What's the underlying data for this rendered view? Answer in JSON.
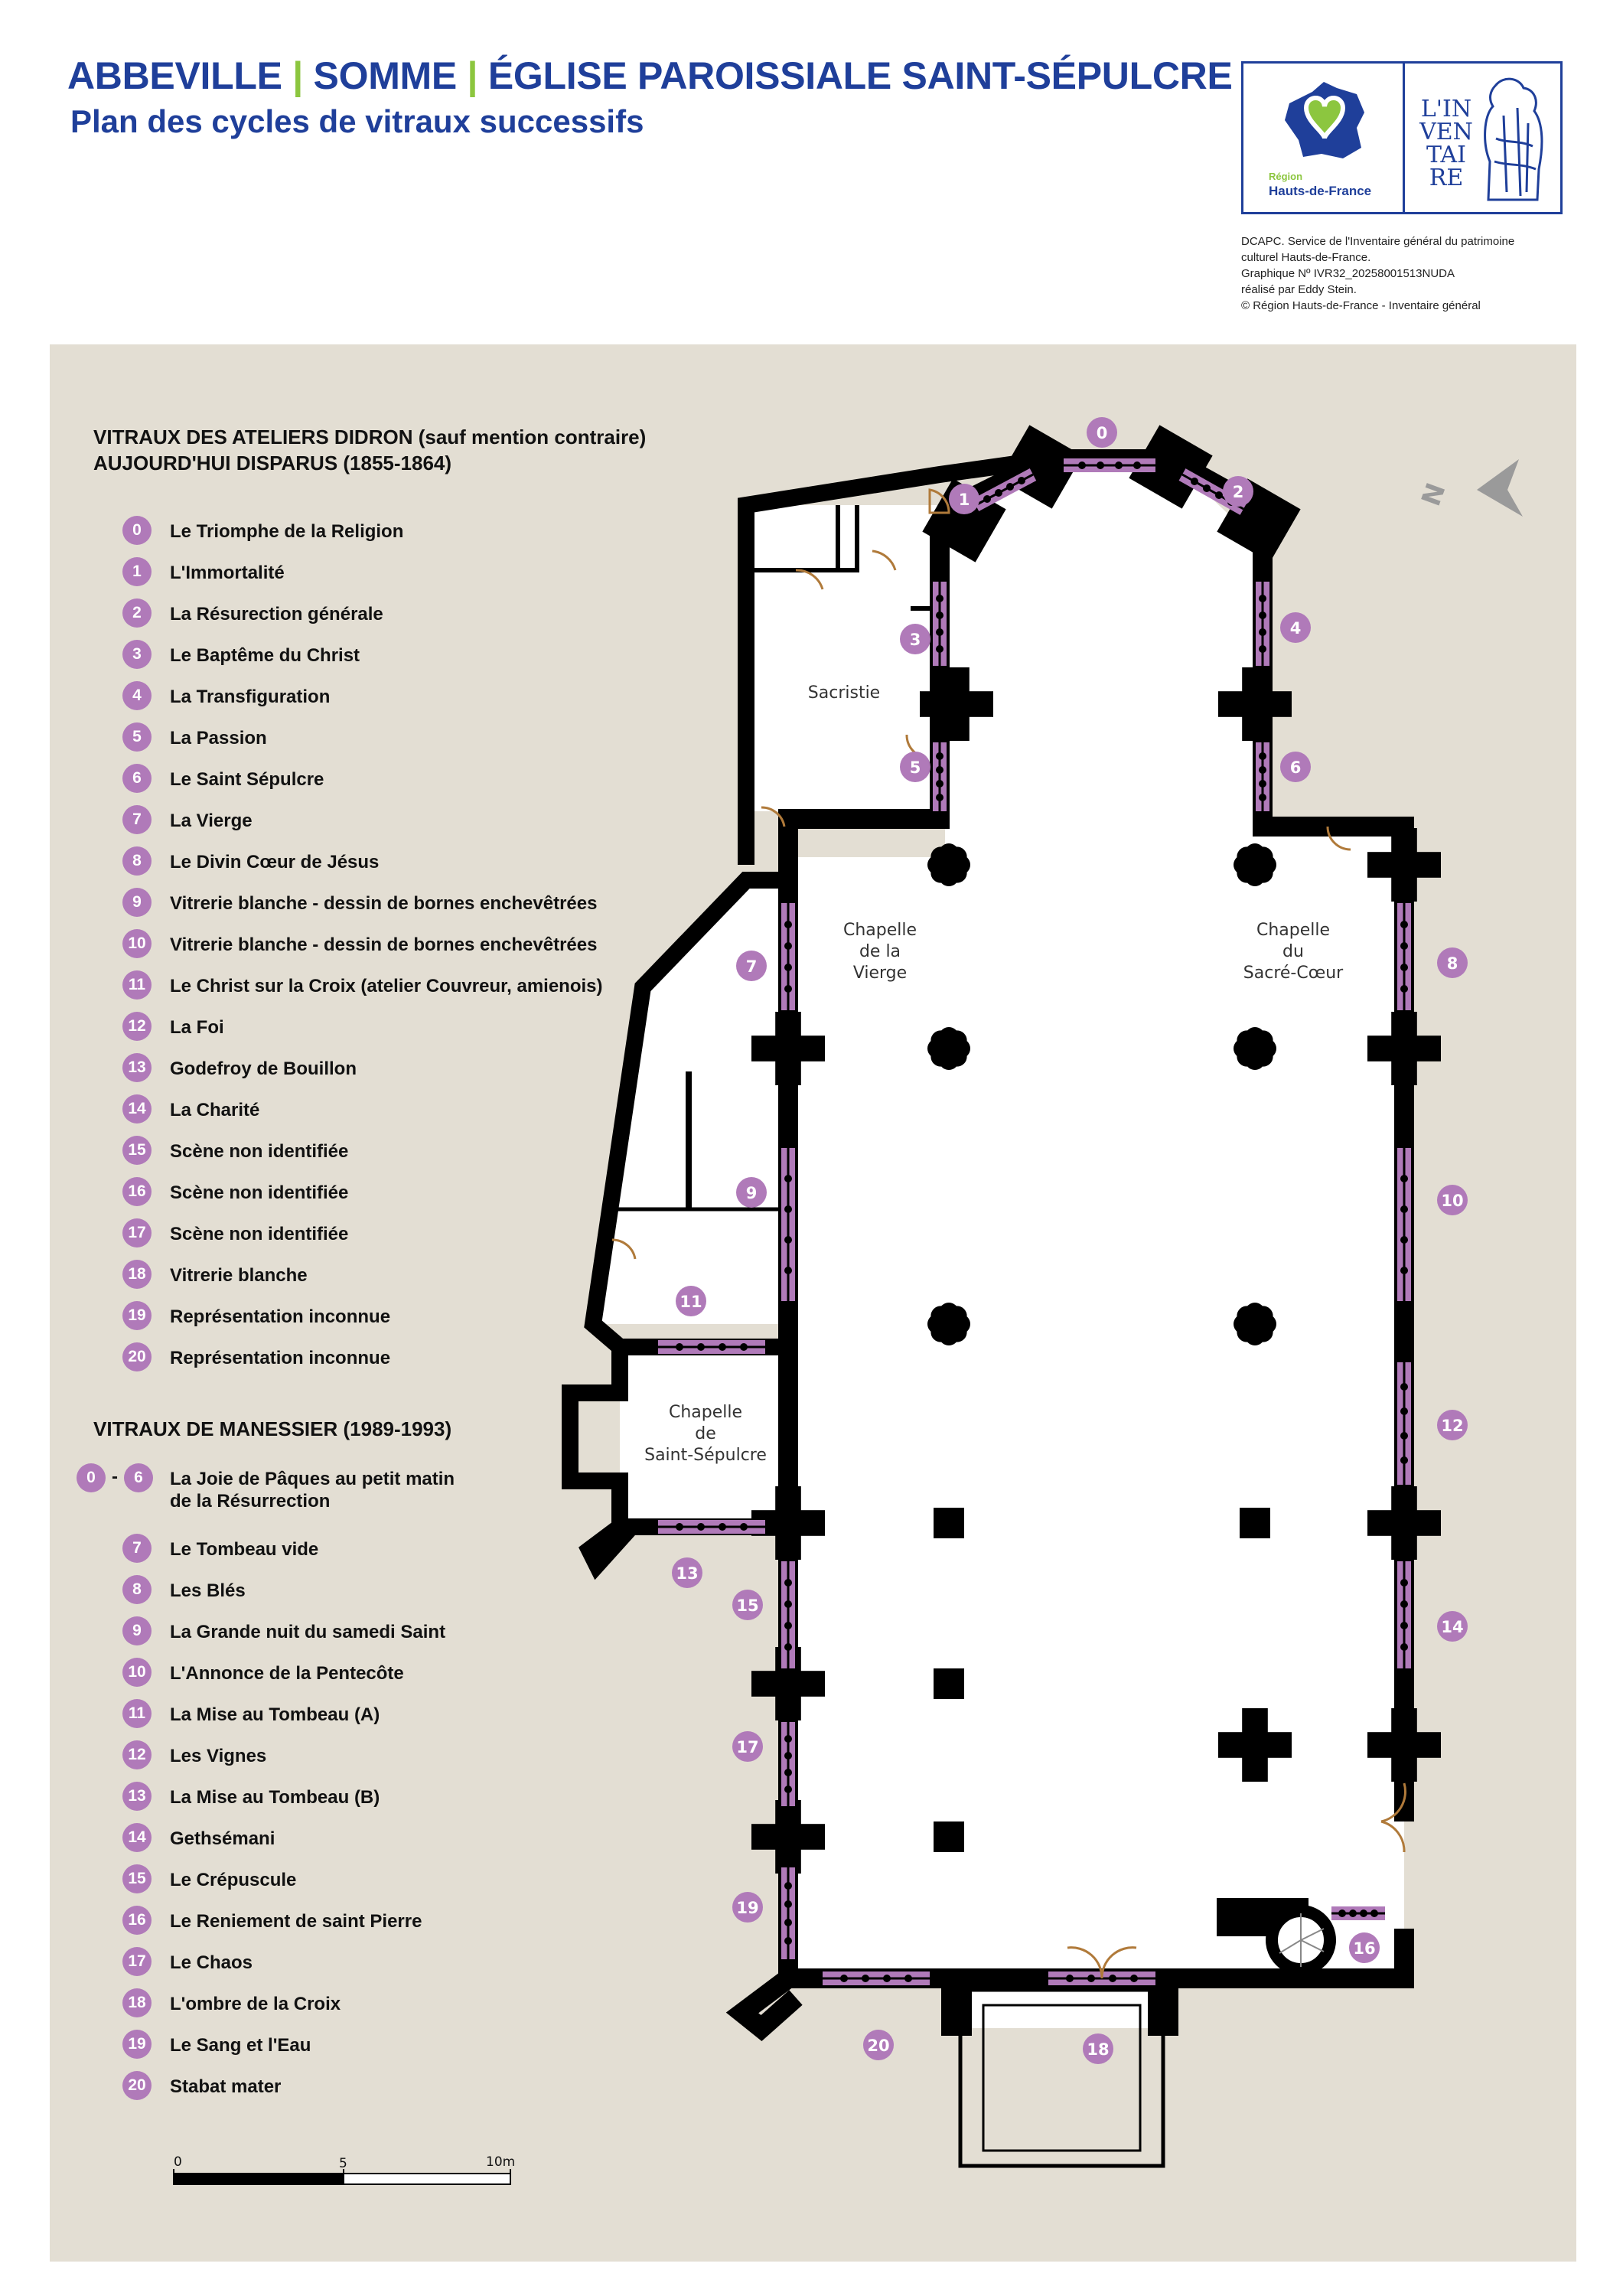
{
  "header": {
    "title_parts": [
      "ABBEVILLE",
      "SOMME",
      "ÉGLISE PAROISSIALE SAINT-SÉPULCRE"
    ],
    "separator": "|",
    "subtitle": "Plan des cycles de vitraux successifs"
  },
  "logo": {
    "region_line1": "Région",
    "region_line2": "Hauts-de-France",
    "inventaire_lines": [
      "L'IN",
      "VEN",
      "TAI",
      "RE"
    ]
  },
  "credits": [
    "DCAPC. Service de l'Inventaire général du patrimoine",
    "culturel Hauts-de-France.",
    "Graphique Nº IVR32_20258001513NUDA",
    "réalisé par Eddy Stein.",
    "© Région Hauts-de-France - Inventaire général"
  ],
  "legend1": {
    "heading_line1_bold": "VITRAUX DES ATELIERS DIDRON",
    "heading_line1_rest": " (sauf mention contraire)",
    "heading_line2": "AUJOURD'HUI DISPARUS (1855-1864)",
    "items": [
      {
        "num": "0",
        "label": "Le Triomphe de la Religion"
      },
      {
        "num": "1",
        "label": "L'Immortalité"
      },
      {
        "num": "2",
        "label": "La Résurection générale"
      },
      {
        "num": "3",
        "label": "Le Baptême du Christ"
      },
      {
        "num": "4",
        "label": "La Transfiguration"
      },
      {
        "num": "5",
        "label": "La Passion"
      },
      {
        "num": "6",
        "label": "Le Saint Sépulcre"
      },
      {
        "num": "7",
        "label": "La Vierge"
      },
      {
        "num": "8",
        "label": "Le Divin Cœur de Jésus"
      },
      {
        "num": "9",
        "label": "Vitrerie blanche - dessin de bornes enchevêtrées"
      },
      {
        "num": "10",
        "label": "Vitrerie blanche - dessin de bornes enchevêtrées"
      },
      {
        "num": "11",
        "label": "Le Christ sur la Croix (atelier Couvreur, amienois)"
      },
      {
        "num": "12",
        "label": "La Foi"
      },
      {
        "num": "13",
        "label": "Godefroy de Bouillon"
      },
      {
        "num": "14",
        "label": "La Charité"
      },
      {
        "num": "15",
        "label": "Scène non identifiée"
      },
      {
        "num": "16",
        "label": "Scène non identifiée"
      },
      {
        "num": "17",
        "label": "Scène non identifiée"
      },
      {
        "num": "18",
        "label": "Vitrerie blanche"
      },
      {
        "num": "19",
        "label": "Représentation inconnue"
      },
      {
        "num": "20",
        "label": "Représentation inconnue"
      }
    ]
  },
  "legend2": {
    "heading": "VITRAUX DE MANESSIER (1989-1993)",
    "range": {
      "from": "0",
      "dash": "-",
      "to": "6"
    },
    "range_label_line1": "La Joie de Pâques au petit matin",
    "range_label_line2": "de la Résurrection",
    "items": [
      {
        "num": "7",
        "label": "Le Tombeau vide"
      },
      {
        "num": "8",
        "label": "Les Blés"
      },
      {
        "num": "9",
        "label": "La Grande nuit du samedi Saint"
      },
      {
        "num": "10",
        "label": "L'Annonce de la Pentecôte"
      },
      {
        "num": "11",
        "label": "La Mise au Tombeau (A)"
      },
      {
        "num": "12",
        "label": "Les Vignes"
      },
      {
        "num": "13",
        "label": "La Mise au Tombeau (B)"
      },
      {
        "num": "14",
        "label": "Gethsémani"
      },
      {
        "num": "15",
        "label": "Le Crépuscule"
      },
      {
        "num": "16",
        "label": "Le Reniement de saint Pierre"
      },
      {
        "num": "17",
        "label": "Le Chaos"
      },
      {
        "num": "18",
        "label": "L'ombre de la Croix"
      },
      {
        "num": "19",
        "label": "Le Sang et l'Eau"
      },
      {
        "num": "20",
        "label": "Stabat mater"
      }
    ]
  },
  "plan": {
    "rooms": {
      "sacristie": "Sacristie",
      "chapelle_vierge": [
        "Chapelle",
        "de la",
        "Vierge"
      ],
      "chapelle_sacre_coeur": [
        "Chapelle",
        "du",
        "Sacré-Cœur"
      ],
      "chapelle_saint_sepulcre": [
        "Chapelle",
        "de",
        "Saint-Sépulcre"
      ]
    },
    "north_letter": "N",
    "window_numbers": [
      "0",
      "1",
      "2",
      "3",
      "4",
      "5",
      "6",
      "7",
      "8",
      "9",
      "10",
      "11",
      "12",
      "13",
      "14",
      "15",
      "16",
      "17",
      "18",
      "19",
      "20"
    ]
  },
  "scale": {
    "tick0": "0",
    "tick5": "5",
    "tick10": "10m"
  },
  "colors": {
    "brand_blue": "#1f3f9a",
    "accent_green": "#8cc63f",
    "window_purple": "#b07ab9",
    "panel_beige": "#e3ded3",
    "wall_black": "#000000"
  }
}
